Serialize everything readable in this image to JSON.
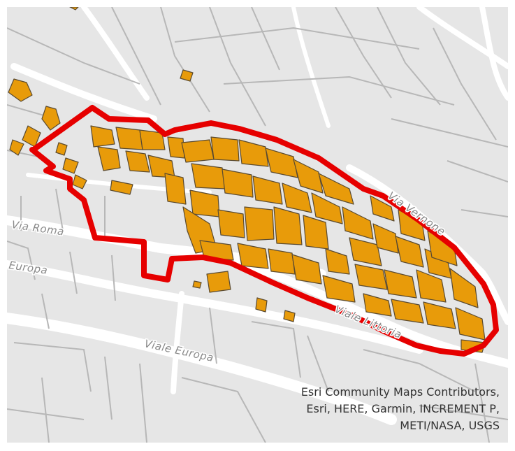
{
  "colors": {
    "background": "#e6e6e6",
    "road_major": "#ffffff",
    "parcel_line": "#b7b7b7",
    "building_fill": "#e89b0a",
    "building_stroke": "#5a4a30",
    "boundary": "#e60000",
    "label_text": "#8a8a8a"
  },
  "map": {
    "road_labels": {
      "via_roma": "Via Roma",
      "europa": "Europa",
      "viale_europa": "Viale Europa",
      "viale_littoria": "Viale Littoria",
      "via_vernone": "Via Vernone"
    },
    "attribution": {
      "line1": "Esri Community Maps Contributors,",
      "line2": "Esri, HERE, Garmin, INCREMENT P,",
      "line3": "METI/NASA, USGS"
    }
  }
}
